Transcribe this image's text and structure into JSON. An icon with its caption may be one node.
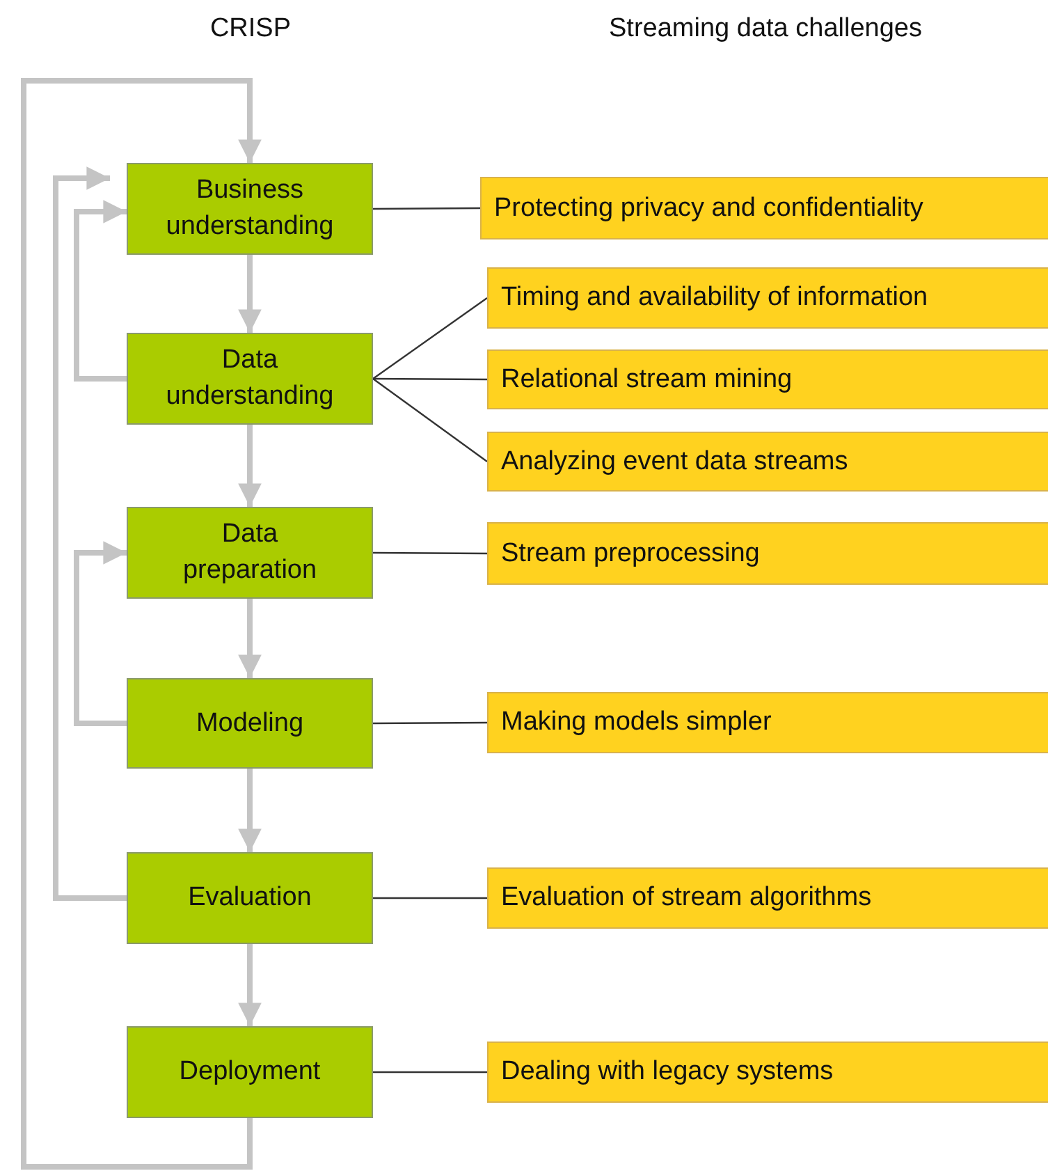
{
  "diagram": {
    "nodes": [
      {
        "text": [
          "Business understanding"
        ]
      },
      {
        "text": [
          "Data understanding"
        ]
      },
      {
        "text": [
          "Data preparation"
        ]
      },
      {
        "text": [
          "Modeling"
        ]
      },
      {
        "text": [
          "Evaluation"
        ]
      },
      {
        "text": [
          "Deployment"
        ]
      },
      {
        "text": [
          "Protecting privacy and confidentiality"
        ]
      },
      {
        "text": [
          "Timing and availability of information"
        ]
      },
      {
        "text": [
          "Relational stream mining"
        ]
      },
      {
        "text": [
          "Analyzing event data streams"
        ]
      },
      {
        "text": [
          "Stream preprocessing"
        ]
      },
      {
        "text": [
          "Making models simpler"
        ]
      },
      {
        "text": [
          "Evaluation of stream algorithms"
        ]
      },
      {
        "text": [
          "Dealing with legacy systems"
        ]
      }
    ],
    "edges": [
      {
        "from": 0,
        "to": 1,
        "arrow": "to"
      },
      {
        "from": 1,
        "to": 2,
        "arrow": "to"
      },
      {
        "from": 2,
        "to": 3,
        "arrow": "to"
      },
      {
        "from": 3,
        "to": 4,
        "arrow": "to"
      },
      {
        "from": 4,
        "to": 5,
        "arrow": "to"
      },
      {
        "from": 5,
        "to": 0,
        "arrow": "to"
      },
      {
        "from": 4,
        "to": 0,
        "arrow": "to"
      },
      {
        "from": 1,
        "to": 0,
        "arrow": "to"
      },
      {
        "from": 3,
        "to": 2,
        "arrow": "to"
      },
      {
        "from": 0,
        "to": 6,
        "arrow": "none",
        "color": "#333333"
      },
      {
        "from": 1,
        "to": 7,
        "arrow": "none",
        "color": "#333333"
      },
      {
        "from": 1,
        "to": 8,
        "arrow": "none",
        "color": "#333333"
      },
      {
        "from": 1,
        "to": 9,
        "arrow": "none",
        "color": "#333333"
      },
      {
        "from": 2,
        "to": 10,
        "arrow": "none",
        "color": "#333333"
      },
      {
        "from": 3,
        "to": 11,
        "arrow": "none",
        "color": "#333333"
      },
      {
        "from": 4,
        "to": 12,
        "arrow": "none",
        "color": "#333333"
      },
      {
        "from": 5,
        "to": 13,
        "arrow": "none",
        "color": "#333333"
      }
    ],
    "labels": [
      "CRISP",
      "Streaming data challenges"
    ]
  }
}
